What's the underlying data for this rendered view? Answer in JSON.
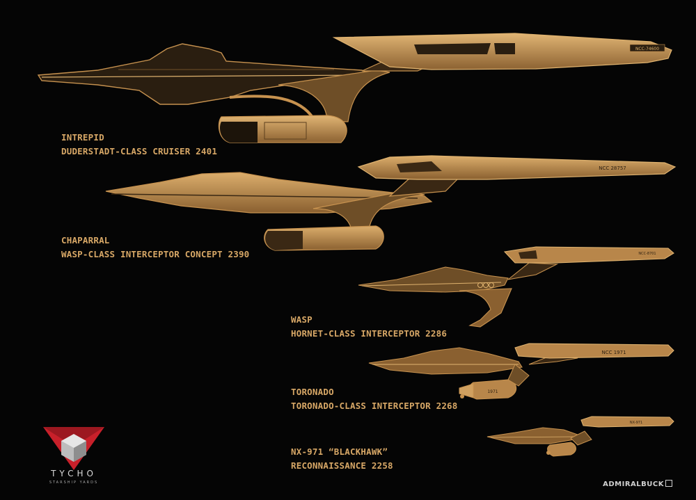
{
  "ships": [
    {
      "name": "INTREPID",
      "designation": "DUDERSTADT-CLASS CRUISER 2401",
      "registry": "NCC-74600"
    },
    {
      "name": "CHAPARRAL",
      "designation": "WASP-CLASS INTERCEPTOR CONCEPT 2390",
      "registry": "NCC 28757"
    },
    {
      "name": "WASP",
      "designation": "HORNET-CLASS INTERCEPTOR 2286",
      "registry": "NCC-8701"
    },
    {
      "name": "TORONADO",
      "designation": "TORONADO-CLASS INTERCEPTOR 2268",
      "registry": "NCC 1971",
      "nacelle_mark": "1971"
    },
    {
      "name": "NX-971 “BLACKHAWK”",
      "designation": "RECONNAISSANCE 2258",
      "registry": "NX-971"
    }
  ],
  "logo": {
    "word": "TYCHO",
    "subtitle": "STARSHIP YARDS"
  },
  "credit": "ADMIRALBUCK",
  "colors": {
    "background": "#050505",
    "gold": "#c7924f",
    "gold_light": "#e0b36f",
    "gold_dark": "#6e4e27",
    "logo_red": "#c8202a"
  }
}
